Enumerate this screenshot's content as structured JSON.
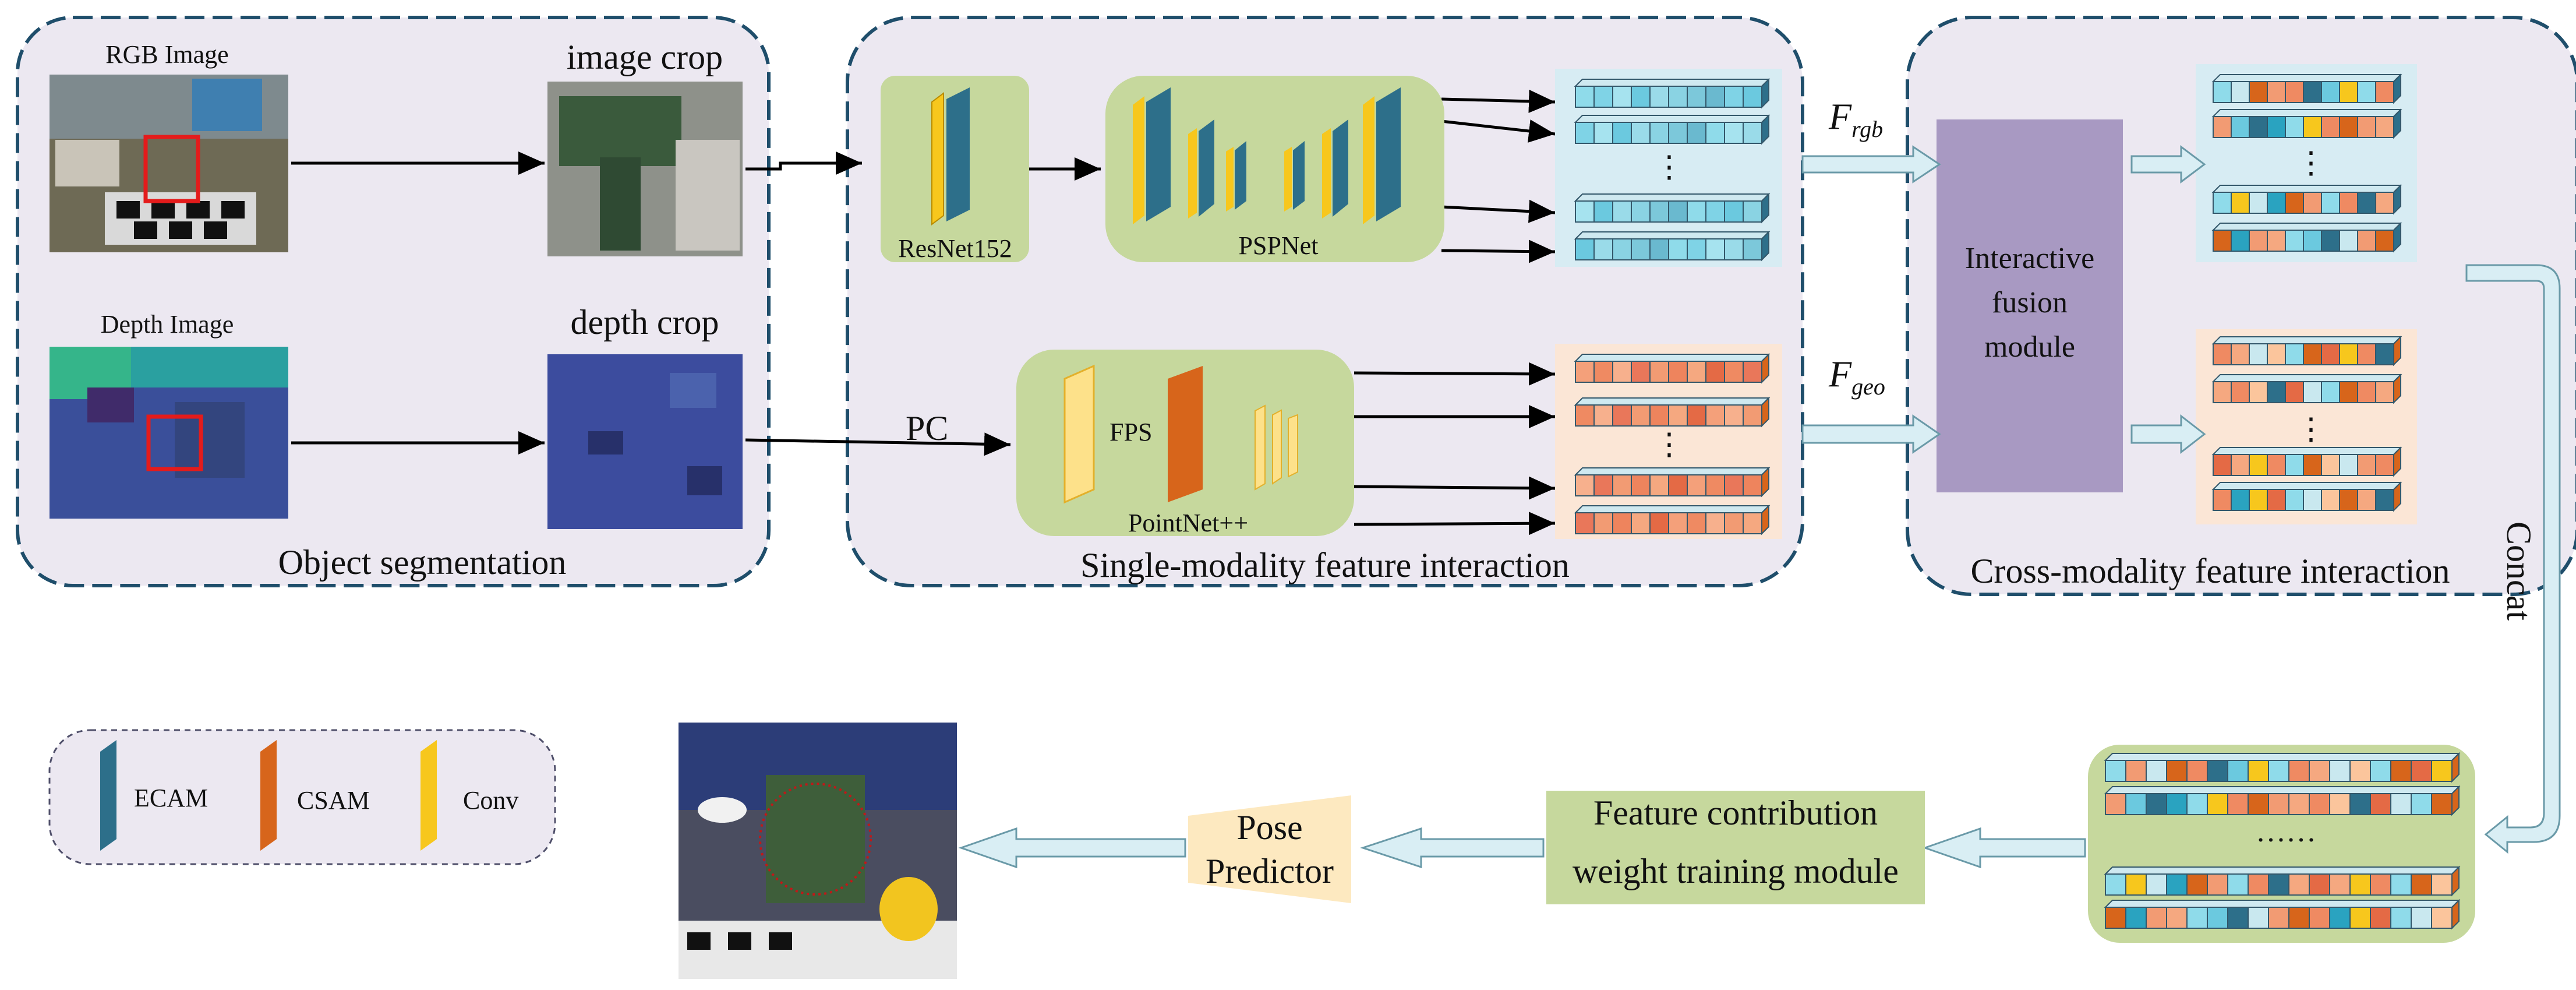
{
  "segmentation": {
    "title": "Object segmentation",
    "rgb_image_label": "RGB Image",
    "image_crop_label": "image crop",
    "depth_image_label": "Depth Image",
    "depth_crop_label": "depth crop"
  },
  "single_modality": {
    "title": "Single-modality feature interaction",
    "resnet_label": "ResNet152",
    "pspnet_label": "PSPNet",
    "pc_label": "PC",
    "fps_label": "FPS",
    "pointnet_label": "PointNet++",
    "ellipsis": "⋮"
  },
  "cross_modality": {
    "title": "Cross-modality feature interaction",
    "f_rgb_main": "F",
    "f_rgb_sub": "rgb",
    "f_geo_main": "F",
    "f_geo_sub": "geo",
    "fusion_line1": "Interactive",
    "fusion_line2": "fusion",
    "fusion_line3": "module",
    "ellipsis": "⋮"
  },
  "concat_label": "Concat",
  "concat_ellipsis": "……",
  "weight_module": {
    "line1": "Feature contribution",
    "line2": "weight training module"
  },
  "pose_predictor": {
    "line1": "Pose",
    "line2": "Predictor"
  },
  "legend": {
    "ecam": "ECAM",
    "csam": "CSAM",
    "conv": "Conv"
  },
  "colors": {
    "panel_fill": "#ece8f1",
    "panel_border": "#1f4e6b",
    "green_block": "#c6d89d",
    "fusion_purple": "#a899c2",
    "blue_bg": "#d7ecf3",
    "orange_bg": "#fbe6d6",
    "conv_yellow": "#f7c71d",
    "ecam_teal": "#2d6f8a",
    "csam_orange": "#d7651b",
    "pose_fill": "#fde9c0",
    "arrow_fill": "#d9eef4"
  }
}
